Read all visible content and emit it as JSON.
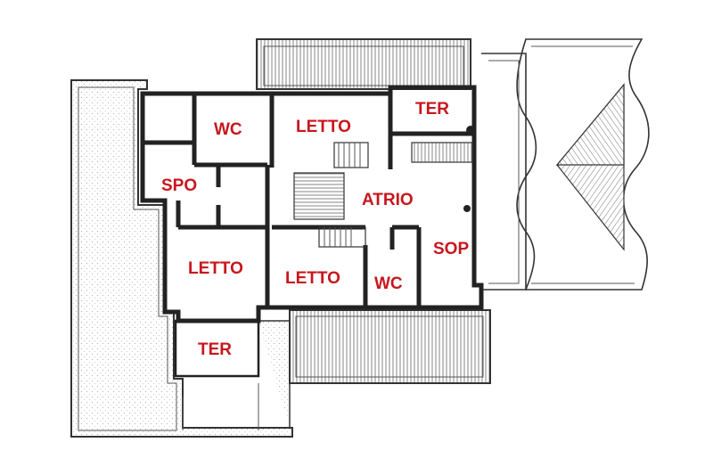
{
  "floor_plan": {
    "rooms": [
      {
        "id": "wc-top",
        "label": "WC"
      },
      {
        "id": "letto-top",
        "label": "LETTO"
      },
      {
        "id": "ter-top",
        "label": "TER"
      },
      {
        "id": "spo",
        "label": "SPO"
      },
      {
        "id": "atrio",
        "label": "ATRIO"
      },
      {
        "id": "sop",
        "label": "SOP"
      },
      {
        "id": "letto-left",
        "label": "LETTO"
      },
      {
        "id": "letto-mid",
        "label": "LETTO"
      },
      {
        "id": "wc-bottom",
        "label": "WC"
      },
      {
        "id": "ter-bottom",
        "label": "TER"
      }
    ],
    "colors": {
      "label": "#c8161d",
      "wall": "#222222",
      "background": "#ffffff"
    }
  }
}
